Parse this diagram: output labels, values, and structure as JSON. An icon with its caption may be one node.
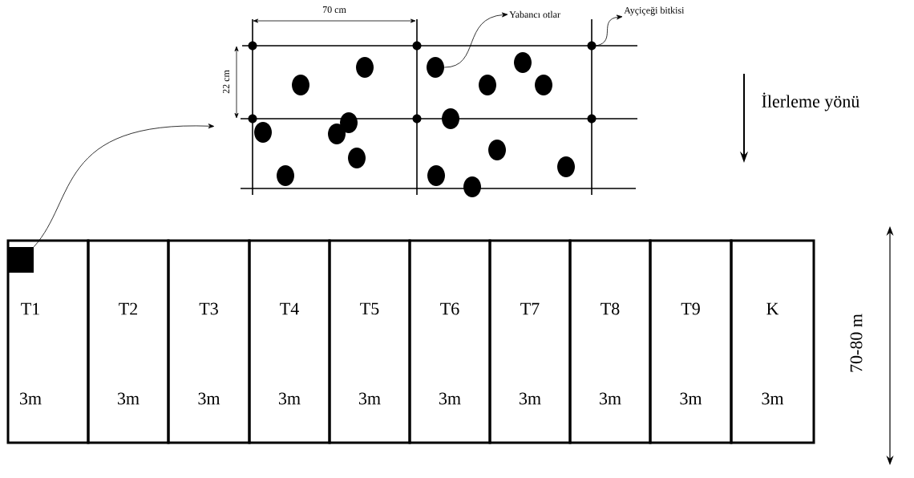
{
  "diagram": {
    "nodes": [
      {
        "text": [
          "T1",
          "3m"
        ]
      },
      {
        "text": [
          "T2",
          "3m"
        ]
      },
      {
        "text": [
          "T3",
          "3m"
        ]
      },
      {
        "text": [
          "T4",
          "3m"
        ]
      },
      {
        "text": [
          "T5",
          "3m"
        ]
      },
      {
        "text": [
          "T6",
          "3m"
        ]
      },
      {
        "text": [
          "T7",
          "3m"
        ]
      },
      {
        "text": [
          "T8",
          "3m"
        ]
      },
      {
        "text": [
          "T9",
          "3m"
        ]
      },
      {
        "text": [
          "K",
          "3m"
        ]
      },
      {
        "text": [],
        "shape": "box",
        "in": 0
      },
      {
        "text": [],
        "shape": "picture"
      },
      {
        "text": [
          "Yabancı otlar"
        ]
      },
      {
        "text": [],
        "shape": "circle",
        "in": 11
      },
      {
        "text": [
          "Ayçiçeği bitkisi"
        ]
      },
      {
        "text": [],
        "shape": "circle",
        "in": 11
      }
    ],
    "edges": [
      {
        "from": 10,
        "to": 11,
        "arrow": "to"
      },
      {
        "from": 13,
        "to": 12,
        "arrow": "to"
      },
      {
        "from": 15,
        "to": 14,
        "arrow": "to"
      }
    ],
    "labels": [
      "70 cm",
      "22 cm",
      "İlerleme yönü",
      "70-80 m"
    ]
  }
}
